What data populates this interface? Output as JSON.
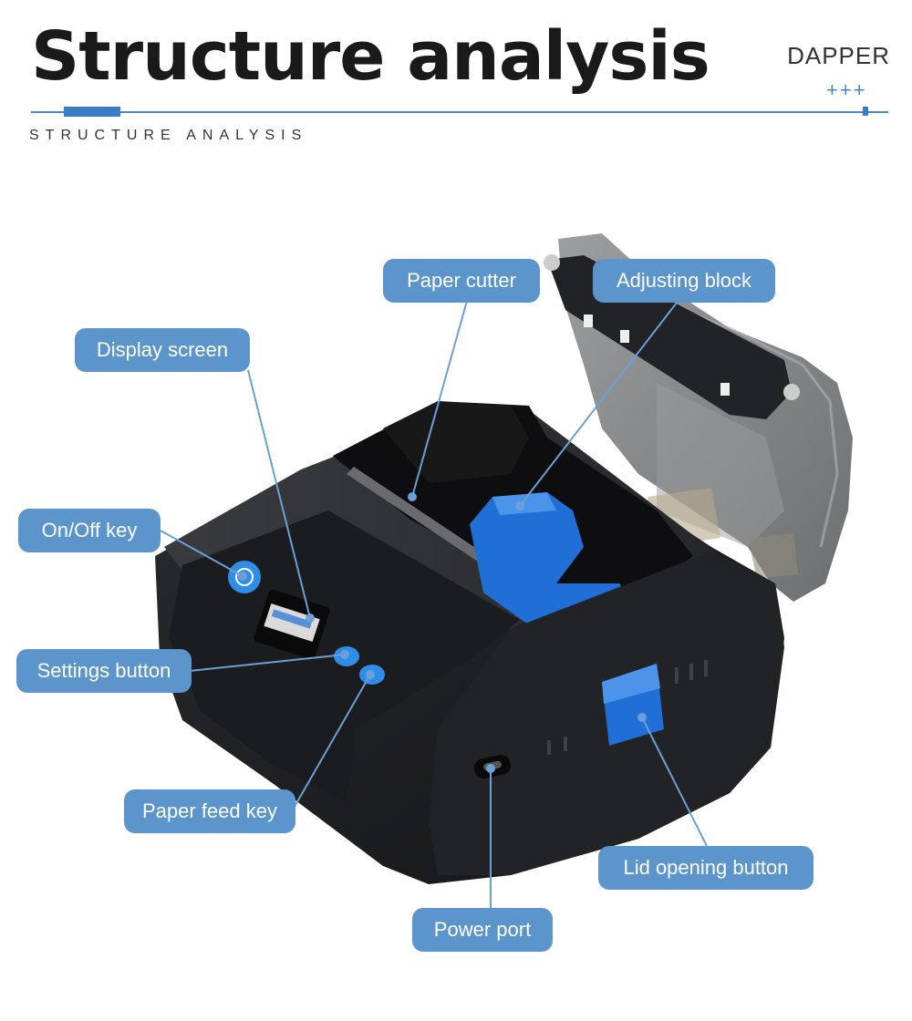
{
  "header": {
    "title": "Structure analysis",
    "brand": "DAPPER",
    "decoration": "+++",
    "subtitle": "STRUCTURE ANALYSIS"
  },
  "labels": {
    "paper_cutter": "Paper cutter",
    "adjusting_block": "Adjusting block",
    "display_screen": "Display screen",
    "onoff_key": "On/Off key",
    "settings_button": "Settings button",
    "paper_feed_key": "Paper feed key",
    "lid_opening_button": "Lid opening button",
    "power_port": "Power port"
  },
  "colors": {
    "accent": "#4a86c8",
    "label_bg": "#5b95cc",
    "printer_body": "#1e1f22",
    "printer_blue": "#1f6fd6",
    "lid": "#6f7173"
  }
}
